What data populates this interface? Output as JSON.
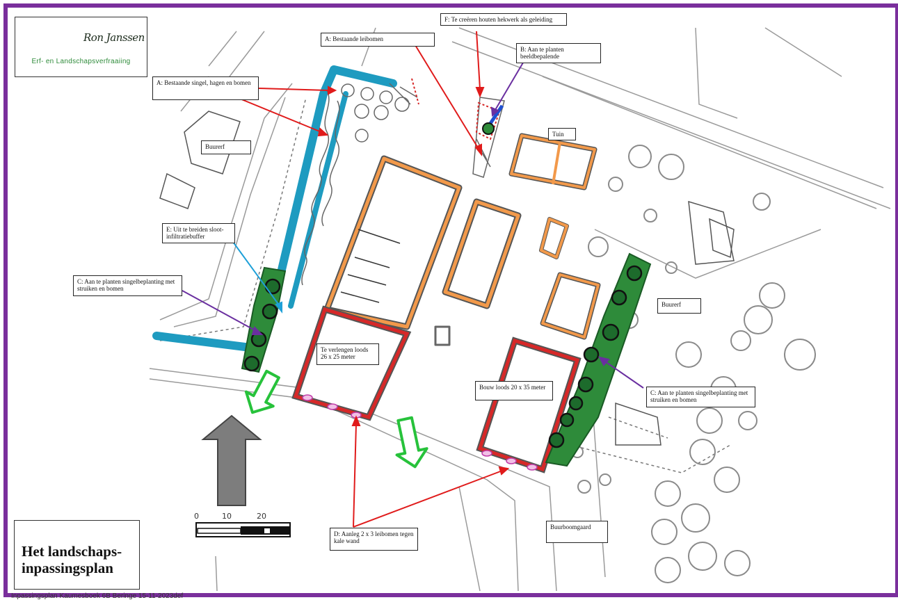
{
  "logo": {
    "name": "Ron Janssen",
    "tagline": "Erf- en Landschapsverfraaiing",
    "colors": {
      "green": "#2e8b3a",
      "dark": "#1b2a1b"
    }
  },
  "title": "Het landschaps-\ninpassingsplan",
  "footer": "Inpassingsplan Kaumesboek 6B Beringe 15-11-2023def",
  "labels": {
    "f_hekwerk": "F: Te creëren houten hekwerk als geleiding",
    "a_leibomen": "A: Bestaande leibomen",
    "b_beeldbepalende": "B: Aan te planten beeldbepalende",
    "a_singel": "A: Bestaande singel, hagen en bomen",
    "tuin": "Tuin",
    "buurerf_left": "Buurerf",
    "buurerf_right": "Buurerf",
    "e_sloot": "E: Uit te breiden sloot-infiltratiebuffer",
    "c_left": "C: Aan te planten singelbeplanting met struiken en bomen",
    "c_right": "C: Aan te planten singelbeplanting met struiken en bomen",
    "loods_verlengen": "Te verlengen loods 26 x 25 meter",
    "loods_bouw": "Bouw loods 20 x 35 meter",
    "d_leibomen": "D: Aanleg 2 x 3 leibomen tegen kale wand",
    "buurboomgaard": "Buurboomgaard"
  },
  "scale": {
    "ticks": [
      "0",
      "10",
      "20"
    ]
  },
  "colors": {
    "frame": "#7a2f9c",
    "water": "#1e9bc0",
    "planting": "#2e8b3a",
    "existing_building": "#f2994a",
    "new_building": "#d62828",
    "arrow": "#e01b1b",
    "flow_arrow": "#27c23b",
    "north_arrow": "#7d7d7d"
  }
}
